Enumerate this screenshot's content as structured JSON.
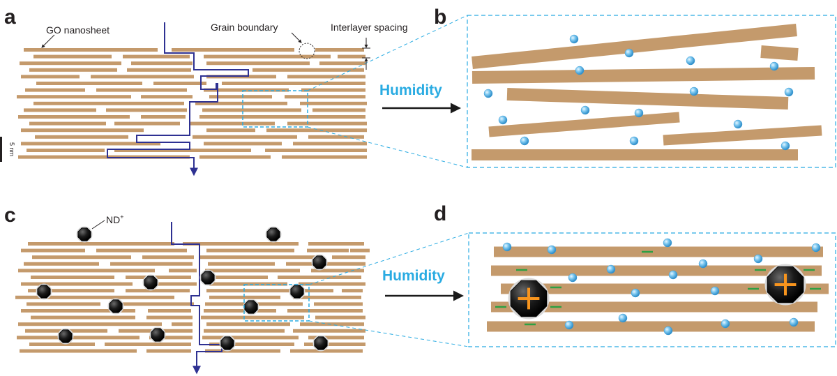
{
  "panels": {
    "a": {
      "letter": "a",
      "go_label": "GO nanosheet",
      "gb_label": "Grain boundary",
      "spacing_label": "Interlayer spacing",
      "scale_label": "5 nm"
    },
    "b": {
      "letter": "b",
      "arrow_label": "Humidity"
    },
    "c": {
      "letter": "c",
      "nd_label": "ND",
      "nd_sup": "+"
    },
    "d": {
      "letter": "d",
      "arrow_label": "Humidity"
    }
  },
  "colors": {
    "sheet": "#c49a6c",
    "path": "#2e3192",
    "dash": "#29abe2",
    "water": "#5fb8e8",
    "plus": "#f7941d",
    "minus": "#2ea043",
    "arrow": "#1a1a1a",
    "text": "#231f20"
  },
  "icons": {
    "water_molecule": "water-molecule-icon",
    "nanodiamond": "nanodiamond-icon",
    "positive_charge": "plus-icon",
    "negative_charge": "minus-icon"
  }
}
